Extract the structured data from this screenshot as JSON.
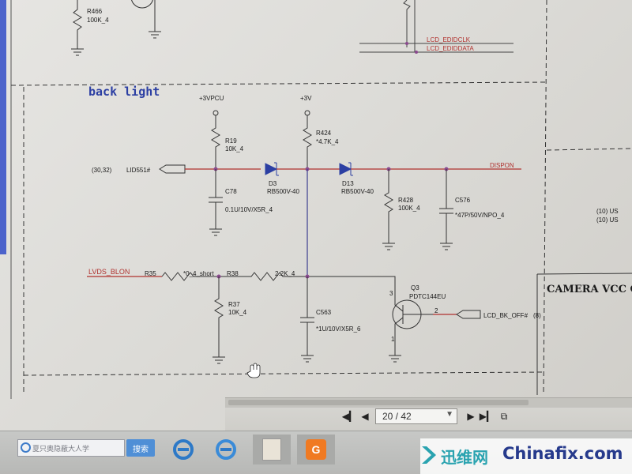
{
  "schematic": {
    "section_title": "back light",
    "camera_title": "CAMERA VCC C",
    "top": {
      "r466": "R466",
      "r466_val": "100K_4",
      "lcd_clk": "LCD_EDIDCLK",
      "lcd_data": "LCD_EDIDDATA"
    },
    "rails": {
      "vpcu": "+3VPCU",
      "v3": "+3V"
    },
    "r19": {
      "ref": "R19",
      "val": "10K_4"
    },
    "r424": {
      "ref": "R424",
      "val": "*4.7K_4"
    },
    "lid": {
      "coord": "(30,32)",
      "net": "LID551#"
    },
    "d3": {
      "ref": "D3",
      "part": "RB500V-40"
    },
    "d13": {
      "ref": "D13",
      "part": "RB500V-40"
    },
    "dispon": "DISPON",
    "c78": {
      "ref": "C78",
      "val": "0.1U/10V/X5R_4"
    },
    "r428": {
      "ref": "R428",
      "val": "100K_4"
    },
    "c576": {
      "ref": "C576",
      "val": "*47P/50V/NPO_4"
    },
    "lvds": "LVDS_BLON",
    "r35": {
      "ref": "R35",
      "val": "*0_4_short"
    },
    "r38": {
      "ref": "R38",
      "val": "2.2K_4"
    },
    "r37": {
      "ref": "R37",
      "val": "10K_4"
    },
    "c563": {
      "ref": "C563",
      "val": "*1U/10V/X5R_6"
    },
    "q3": {
      "ref": "Q3",
      "part": "PDTC144EU",
      "pin3": "3",
      "pin2": "2",
      "pin1": "1"
    },
    "lcd_bk": {
      "net": "LCD_BK_OFF#",
      "page": "(8)"
    },
    "right_labels": [
      "(10)  US",
      "(10)  US"
    ]
  },
  "navbar": {
    "page_display": "20 / 42",
    "icons": [
      "first-page-icon",
      "prev-page-icon",
      "next-page-icon",
      "last-page-icon",
      "page-view-icon"
    ]
  },
  "taskbar": {
    "search_placeholder": "夏只奥隐蔽大人学",
    "search_button": "搜索"
  },
  "watermark": {
    "cn": "迅维网",
    "en": "Chinafix.com"
  },
  "colors": {
    "net_red": "#b0322f",
    "wire_blue": "#3c3f8f",
    "title_blue": "#2c3fa3",
    "wire_purple": "#8a4a8e"
  }
}
